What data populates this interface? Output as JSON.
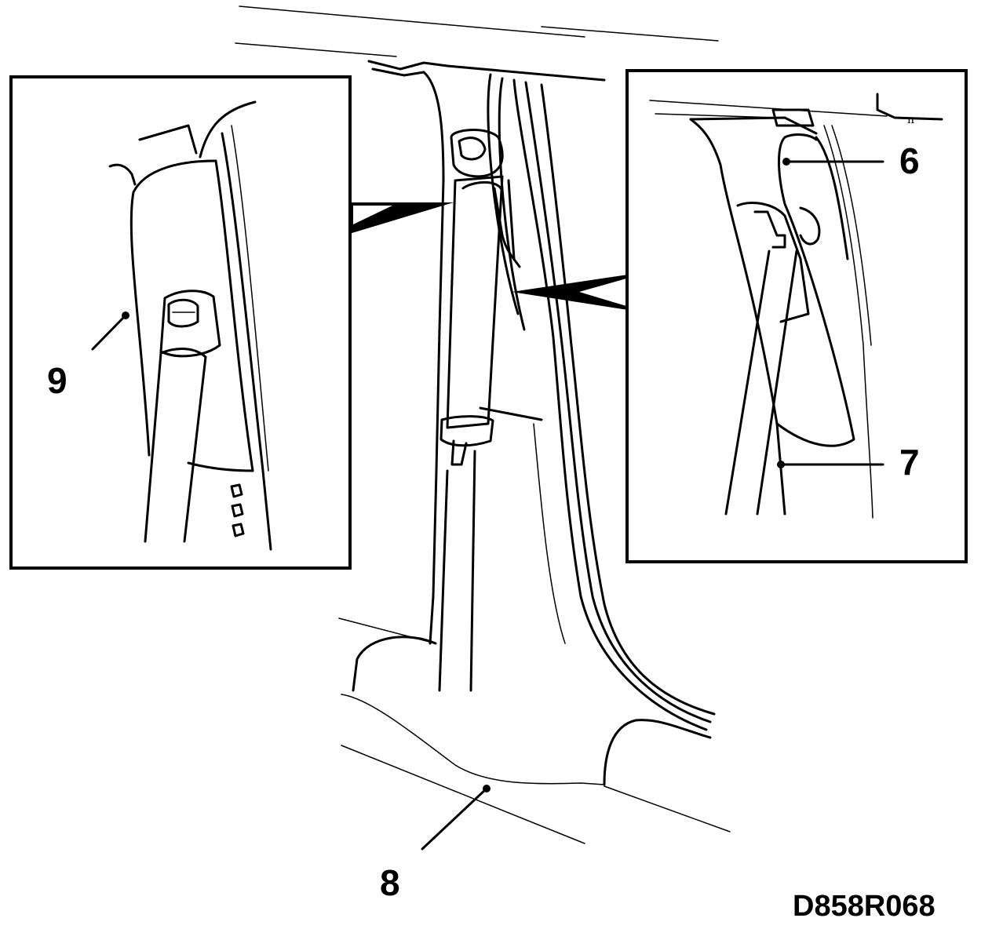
{
  "callouts": {
    "c6": "6",
    "c7": "7",
    "c8": "8",
    "c9": "9"
  },
  "symbol_pi": "π",
  "figure_code": "D858R068"
}
